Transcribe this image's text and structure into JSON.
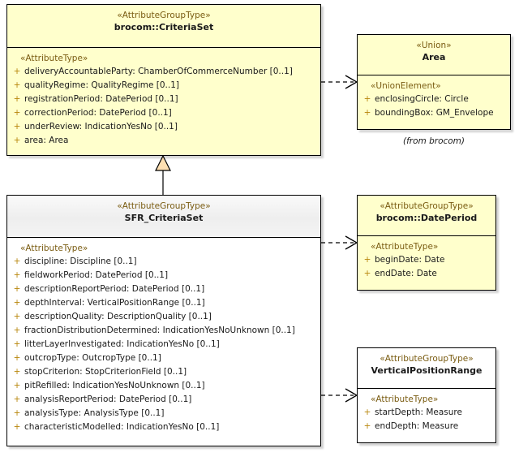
{
  "diagram": {
    "type": "uml-class-diagram",
    "background": "#ffffff",
    "colors": {
      "class_yellow": "#ffffcc",
      "class_white": "#ffffff",
      "header_gray": "#eeeeee",
      "border": "#000000",
      "stereotype_text": "#7a5c12",
      "visibility_plus": "#b8860b",
      "generalization_fill": "#ffe0b2"
    }
  },
  "classes": {
    "brocom_criteriaset": {
      "stereotype": "«AttributeGroupType»",
      "name": "brocom::CriteriaSet",
      "compartment_stereotype": "«AttributeType»",
      "attributes": [
        {
          "visibility": "+",
          "text": "deliveryAccountableParty: ChamberOfCommerceNumber [0..1]"
        },
        {
          "visibility": "+",
          "text": "qualityRegime: QualityRegime [0..1]"
        },
        {
          "visibility": "+",
          "text": "registrationPeriod: DatePeriod [0..1]"
        },
        {
          "visibility": "+",
          "text": "correctionPeriod: DatePeriod [0..1]"
        },
        {
          "visibility": "+",
          "text": "underReview: IndicationYesNo [0..1]"
        },
        {
          "visibility": "+",
          "text": "area: Area"
        }
      ]
    },
    "area": {
      "stereotype": "«Union»",
      "name": "Area",
      "compartment_stereotype": "«UnionElement»",
      "attributes": [
        {
          "visibility": "+",
          "text": "enclosingCircle: Circle"
        },
        {
          "visibility": "+",
          "text": "boundingBox: GM_Envelope"
        }
      ],
      "from_package": "(from brocom)"
    },
    "sfr_criteriaset": {
      "stereotype": "«AttributeGroupType»",
      "name": "SFR_CriteriaSet",
      "compartment_stereotype": "«AttributeType»",
      "attributes": [
        {
          "visibility": "+",
          "text": "discipline: Discipline [0..1]"
        },
        {
          "visibility": "+",
          "text": "fieldworkPeriod: DatePeriod [0..1]"
        },
        {
          "visibility": "+",
          "text": "descriptionReportPeriod: DatePeriod [0..1]"
        },
        {
          "visibility": "+",
          "text": "depthInterval: VerticalPositionRange [0..1]"
        },
        {
          "visibility": "+",
          "text": "descriptionQuality: DescriptionQuality [0..1]"
        },
        {
          "visibility": "+",
          "text": "fractionDistributionDetermined: IndicationYesNoUnknown [0..1]"
        },
        {
          "visibility": "+",
          "text": "litterLayerInvestigated: IndicationYesNo [0..1]"
        },
        {
          "visibility": "+",
          "text": "outcropType: OutcropType [0..1]"
        },
        {
          "visibility": "+",
          "text": "stopCriterion: StopCriterionField [0..1]"
        },
        {
          "visibility": "+",
          "text": "pitRefilled: IndicationYesNoUnknown [0..1]"
        },
        {
          "visibility": "+",
          "text": "analysisReportPeriod: DatePeriod [0..1]"
        },
        {
          "visibility": "+",
          "text": "analysisType: AnalysisType [0..1]"
        },
        {
          "visibility": "+",
          "text": "characteristicModelled: IndicationYesNo [0..1]"
        }
      ]
    },
    "brocom_dateperiod": {
      "stereotype": "«AttributeGroupType»",
      "name": "brocom::DatePeriod",
      "compartment_stereotype": "«AttributeType»",
      "attributes": [
        {
          "visibility": "+",
          "text": "beginDate: Date"
        },
        {
          "visibility": "+",
          "text": "endDate: Date"
        }
      ]
    },
    "verticalpositionrange": {
      "stereotype": "«AttributeGroupType»",
      "name": "VerticalPositionRange",
      "compartment_stereotype": "«AttributeType»",
      "attributes": [
        {
          "visibility": "+",
          "text": "startDepth: Measure"
        },
        {
          "visibility": "+",
          "text": "endDepth: Measure"
        }
      ]
    }
  },
  "relationships": [
    {
      "kind": "generalization",
      "from": "sfr_criteriaset",
      "to": "brocom_criteriaset"
    },
    {
      "kind": "dependency",
      "from": "brocom_criteriaset",
      "to": "area"
    },
    {
      "kind": "dependency",
      "from": "sfr_criteriaset",
      "to": "brocom_dateperiod"
    },
    {
      "kind": "dependency",
      "from": "sfr_criteriaset",
      "to": "verticalpositionrange"
    }
  ]
}
